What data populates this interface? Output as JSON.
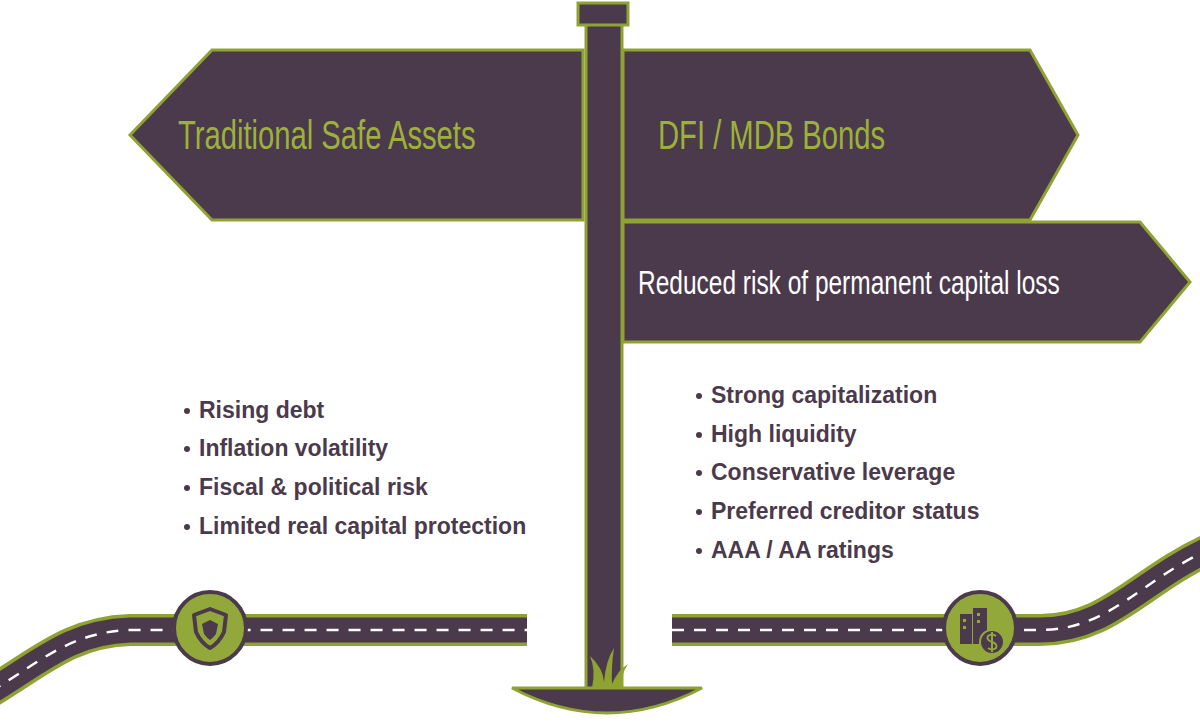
{
  "diagram": {
    "nodes": [
      {
        "text": [
          "Traditional Safe Assets"
        ]
      },
      {
        "text": [
          "DFI / MDB Bonds"
        ]
      },
      {
        "text": [
          "Reduced risk of permanent capital loss"
        ]
      }
    ],
    "labels": [
      "Rising debt",
      "Inflation volatility",
      "Fiscal & political risk",
      "Limited real capital protection",
      "Strong capitalization",
      "High liquidity",
      "Conservative leverage",
      "Preferred creditor status",
      "AAA / AA ratings"
    ]
  }
}
